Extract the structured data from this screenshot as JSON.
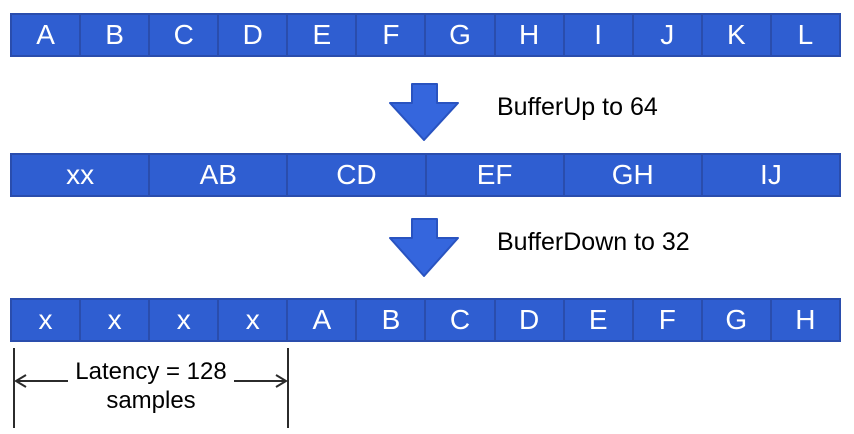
{
  "diagram": {
    "rows": [
      {
        "name": "input-buffer-32",
        "cells": [
          "A",
          "B",
          "C",
          "D",
          "E",
          "F",
          "G",
          "H",
          "I",
          "J",
          "K",
          "L"
        ]
      },
      {
        "name": "bufferup-result-64",
        "cells": [
          "xx",
          "AB",
          "CD",
          "EF",
          "GH",
          "IJ"
        ]
      },
      {
        "name": "bufferdown-result-32",
        "cells": [
          "x",
          "x",
          "x",
          "x",
          "A",
          "B",
          "C",
          "D",
          "E",
          "F",
          "G",
          "H"
        ]
      }
    ],
    "steps": [
      {
        "label": "BufferUp to 64"
      },
      {
        "label": "BufferDown to 32"
      }
    ],
    "latency": {
      "line1": "Latency = 128",
      "line2": "samples"
    }
  },
  "colors": {
    "cell_fill": "#2f5ed1",
    "cell_border": "#2a4dad",
    "arrow_fill": "#3566dd",
    "arrow_border": "#2953c0",
    "annotation_stroke": "#2b2b2b",
    "label_text": "#000000",
    "cell_text": "#ffffff",
    "page_bg": "#ffffff"
  }
}
